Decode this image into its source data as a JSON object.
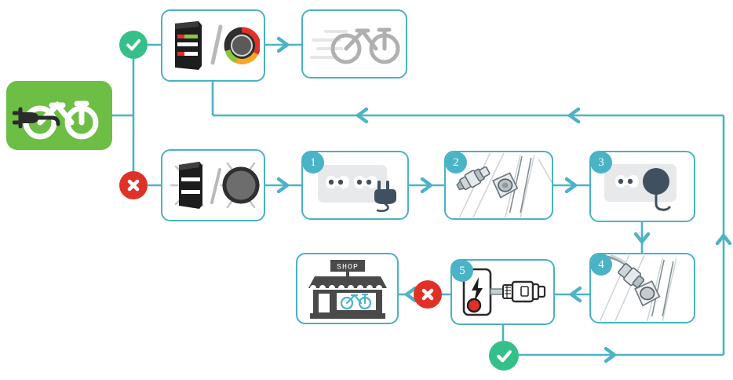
{
  "diagram": {
    "title": "E-bike battery charging troubleshooting flowchart",
    "colors": {
      "start_tile": "#6cbe45",
      "connector": "#4bb3c6",
      "card_border": "#49b2c4",
      "ok_badge": "#35c08a",
      "no_badge": "#e03127",
      "step_badge": "#4bb3c6",
      "led_red": "#e03127",
      "led_green": "#8dc63f",
      "led_orange": "#f5a623",
      "icon_grey": "#a8a8a8",
      "icon_dark": "#3f3f3f"
    }
  },
  "nodes": {
    "start": {
      "name": "E-bike charging start",
      "icon": "ebike-plug-icon",
      "label": ""
    },
    "decision_power_on": {
      "ok_icon": "check-circle-icon",
      "ok_label": "",
      "no_icon": "cross-circle-icon",
      "no_label": ""
    },
    "display_on": {
      "name": "Display or battery indicator lit",
      "icons": [
        "battery-indicator-lit-icon",
        "slash-separator",
        "round-display-lit-icon"
      ],
      "separator": "/"
    },
    "ride_bike": {
      "name": "Ride the bike",
      "icon": "bike-motion-icon"
    },
    "display_off": {
      "name": "Display or battery indicator not lit",
      "icons": [
        "battery-indicator-dark-icon",
        "slash-separator",
        "round-display-dark-icon"
      ],
      "separator": "/"
    },
    "step1": {
      "number": "1",
      "name": "Plug charger into wall outlet",
      "icon": "wall-outlet-plug-icon"
    },
    "step2": {
      "number": "2",
      "name": "Connect charger to bike charging port",
      "icon": "charger-connect-port-icon"
    },
    "step3": {
      "number": "3",
      "name": "Plug inserted in outlet",
      "icon": "outlet-plugged-in-icon"
    },
    "step4": {
      "number": "4",
      "name": "Charger cable attached to bike",
      "icon": "charger-cable-attached-icon"
    },
    "step5": {
      "number": "5",
      "name": "Check charger LED indicator",
      "icon": "charger-led-icon",
      "bolt": "lightning-bolt-icon",
      "led": "red-led-icon"
    },
    "decision_charger_ok": {
      "no_icon": "cross-circle-icon",
      "ok_icon": "check-circle-icon"
    },
    "shop": {
      "name": "Visit bike dealer or shop",
      "icon": "bike-shop-icon",
      "sign_text": "SHOP"
    }
  },
  "connectors": {
    "arrow_right_icon": "chevron-right-icon",
    "arrow_left_icon": "chevron-left-icon",
    "arrow_down_icon": "chevron-down-icon",
    "arrow_up_icon": "chevron-up-icon"
  }
}
